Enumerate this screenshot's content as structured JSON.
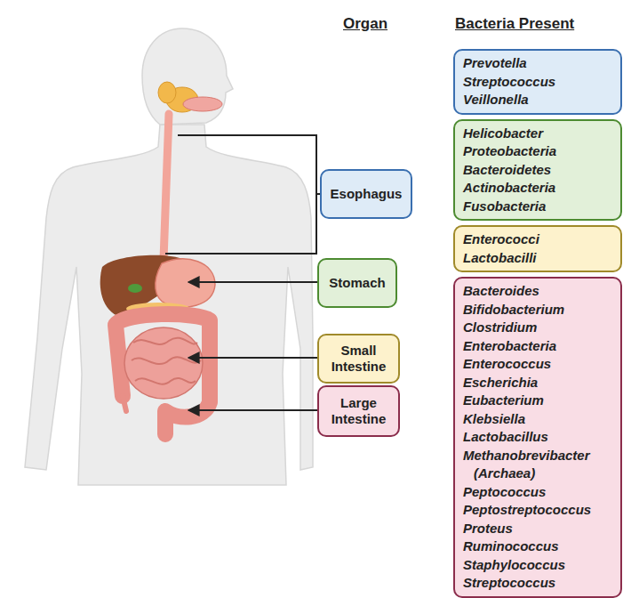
{
  "diagram": {
    "nodes": [
      {
        "text": [
          "Esophagus"
        ]
      },
      {
        "text": [
          "Stomach"
        ]
      },
      {
        "text": [
          "Small Intestine"
        ]
      },
      {
        "text": [
          "Large Intestine"
        ]
      },
      {
        "text": [
          "Prevotella",
          "Streptococcus",
          "Veillonella"
        ]
      },
      {
        "text": [
          "Helicobacter",
          "Proteobacteria",
          "Bacteroidetes",
          "Actinobacteria",
          "Fusobacteria"
        ]
      },
      {
        "text": [
          "Enterococci",
          "Lactobacilli"
        ]
      },
      {
        "text": [
          "Bacteroides",
          "Bifidobacterium",
          "Clostridium",
          "Enterobacteria",
          "Enterococcus",
          "Escherichia",
          "Eubacterium",
          "Klebsiella",
          "Lactobacillus",
          "Methanobrevibacter (Archaea)",
          "Peptococcus",
          "Peptostreptococcus",
          "Proteus",
          "Ruminococcus",
          "Staphylococcus",
          "Streptococcus"
        ]
      }
    ],
    "labels": [
      "Organ",
      "Bacteria Present"
    ]
  }
}
